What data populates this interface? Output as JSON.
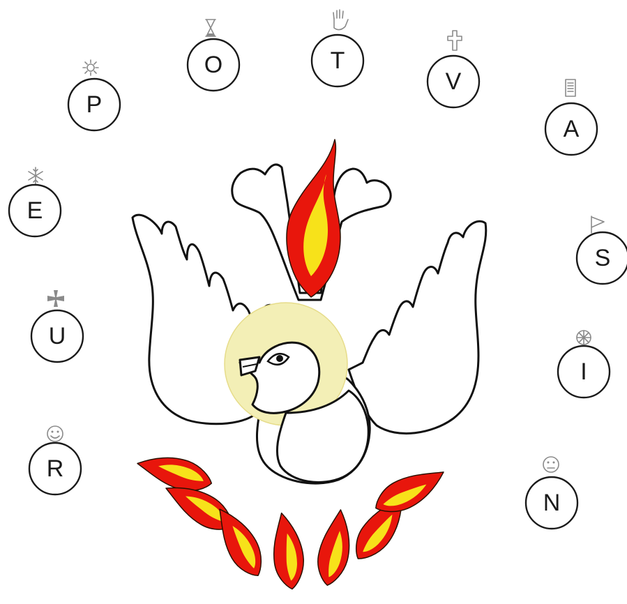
{
  "letters": [
    "P",
    "O",
    "T",
    "V",
    "A",
    "E",
    "S",
    "U",
    "I",
    "R",
    "N"
  ],
  "icons": [
    "sun-icon",
    "hourglass-icon",
    "hand-icon",
    "cross-icon",
    "document-icon",
    "snowflake-icon",
    "flag-icon",
    "cross-pattee-icon",
    "wheel-icon",
    "smiley-icon",
    "neutral-face-icon"
  ],
  "colors": {
    "outline": "#111111",
    "flame_red": "#e8160c",
    "flame_yellow": "#f7e21a",
    "halo": "#f3efb6",
    "icon_gray": "#8a8a8a"
  }
}
